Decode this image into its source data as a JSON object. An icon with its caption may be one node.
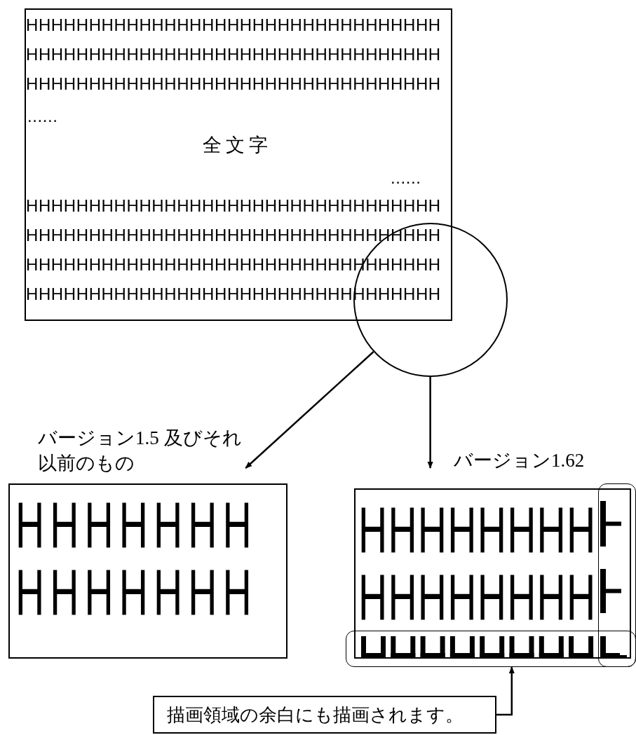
{
  "diagram": {
    "nodes": [
      {
        "text": [
          "HHHHHHHHHHHHHHHHHHHHHHHHHHHHHHHHH",
          "HHHHHHHHHHHHHHHHHHHHHHHHHHHHHHHHH",
          "HHHHHHHHHHHHHHHHHHHHHHHHHHHHHHHHH",
          "......",
          "全文字",
          "......",
          "HHHHHHHHHHHHHHHHHHHHHHHHHHHHHHHHH",
          "HHHHHHHHHHHHHHHHHHHHHHHHHHHHHHHHH",
          "HHHHHHHHHHHHHHHHHHHHHHHHHHHHHHHHH",
          "HHHHHHHHHHHHHHHHHHHHHHHHHHHHHHHHH"
        ]
      },
      {
        "text": [],
        "shape": "circle"
      },
      {
        "text": [
          "バージョン1.5 及びそれ以前のもの",
          "HHHHHHH",
          "HHHHHHH"
        ]
      },
      {
        "text": [
          "バージョン1.62",
          "HHHHHHHH",
          "HHHHHHHH"
        ]
      },
      {
        "text": [],
        "shape": "box"
      },
      {
        "text": [],
        "shape": "box"
      },
      {
        "text": [
          "描画領域の余白にも描画されます。"
        ]
      }
    ],
    "edges": [
      {
        "from": 1,
        "to": 2,
        "arrow": "to"
      },
      {
        "from": 1,
        "to": 3,
        "arrow": "to"
      },
      {
        "from": 6,
        "to": 4,
        "arrow": "to"
      }
    ]
  }
}
